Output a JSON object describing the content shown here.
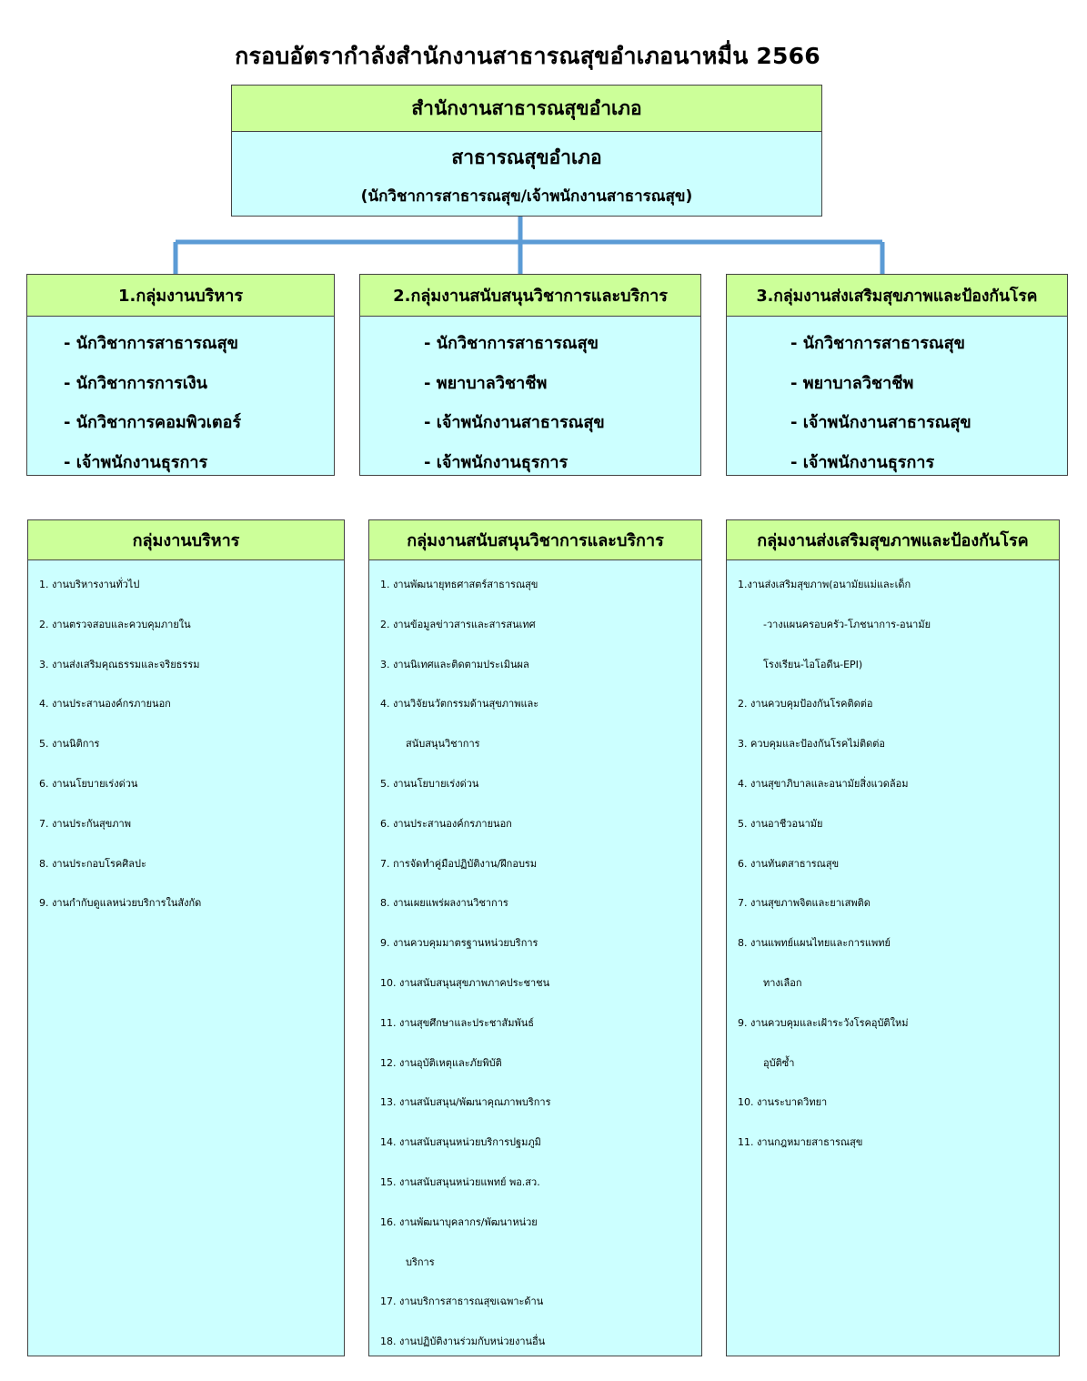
{
  "title": "กรอบอัตรากำลังสำนักงานสาธารณสุขอำเภอนาหมื่น 2566",
  "top_box": {
    "header": "สำนักงานสาธารณสุขอำเภอ",
    "main": "สาธารณสุขอำเภอ",
    "sub": "(นักวิชาการสาธารณสุข/เจ้าพนักงานสาธารณสุข)"
  },
  "groups": [
    {
      "header": "1.กลุ่มงานบริหาร",
      "items": [
        "- นักวิชาการสาธารณสุข",
        "- นักวิชาการการเงิน",
        "- นักวิชาการคอมพิวเตอร์",
        "- เจ้าพนักงานธุรการ"
      ]
    },
    {
      "header": "2.กลุ่มงานสนับสนุนวิชาการและบริการ",
      "items": [
        "- นักวิชาการสาธารณสุข",
        "- พยาบาลวิชาชีพ",
        "- เจ้าพนักงานสาธารณสุข",
        "- เจ้าพนักงานธุรการ"
      ]
    },
    {
      "header": "3.กลุ่มงานส่งเสริมสุขภาพและป้องกันโรค",
      "items": [
        "- นักวิชาการสาธารณสุข",
        "- พยาบาลวิชาชีพ",
        "- เจ้าพนักงานสาธารณสุข",
        "- เจ้าพนักงานธุรการ"
      ]
    }
  ],
  "duties": [
    {
      "header": "กลุ่มงานบริหาร",
      "items": [
        [
          "1. งานบริหารงานทั่วไป"
        ],
        [
          "2. งานตรวจสอบและควบคุมภายใน"
        ],
        [
          "3. งานส่งเสริมคุณธรรมและจริยธรรม"
        ],
        [
          "4. งานประสานองค์กรภายนอก"
        ],
        [
          "5. งานนิติการ"
        ],
        [
          "6. งานนโยบายเร่งด่วน"
        ],
        [
          "7. งานประกันสุขภาพ"
        ],
        [
          "8. งานประกอบโรคศิลปะ"
        ],
        [
          "9. งานกำกับดูแลหน่วยบริการในสังกัด"
        ]
      ]
    },
    {
      "header": "กลุ่มงานสนับสนุนวิชาการและบริการ",
      "items": [
        [
          "1. งานพัฒนายุทธศาสตร์สาธารณสุข"
        ],
        [
          "2. งานข้อมูลข่าวสารและสารสนเทศ"
        ],
        [
          "3. งานนิเทศและติดตามประเมินผล"
        ],
        [
          "4. งานวิจัยนวัตกรรมด้านสุขภาพและ",
          "สนับสนุนวิชาการ"
        ],
        [
          "5. งานนโยบายเร่งด่วน"
        ],
        [
          "6. งานประสานองค์กรภายนอก"
        ],
        [
          "7. การจัดทำคู่มือปฏิบัติงาน/ฝึกอบรม"
        ],
        [
          "8. งานเผยแพร่ผลงานวิชาการ"
        ],
        [
          "9. งานควบคุมมาตรฐานหน่วยบริการ"
        ],
        [
          "10. งานสนับสนุนสุขภาพภาคประชาชน"
        ],
        [
          "11. งานสุขศึกษาและประชาสัมพันธ์"
        ],
        [
          "12. งานอุบัติเหตุและภัยพิบัติ"
        ],
        [
          "13. งานสนับสนุน/พัฒนาคุณภาพบริการ"
        ],
        [
          "14. งานสนับสนุนหน่วยบริการปฐมภูมิ"
        ],
        [
          "15. งานสนับสนุนหน่วยแพทย์ พอ.สว."
        ],
        [
          "16. งานพัฒนาบุคลากร/พัฒนาหน่วย",
          "บริการ"
        ],
        [
          "17. งานบริการสาธารณสุขเฉพาะด้าน"
        ],
        [
          "18. งานปฏิบัติงานร่วมกับหน่วยงานอื่น"
        ]
      ]
    },
    {
      "header": "กลุ่มงานส่งเสริมสุขภาพและป้องกันโรค",
      "items": [
        [
          "1.งานส่งเสริมสุขภาพ(อนามัยแม่และเด็ก",
          "-วางแผนครอบครัว-โภชนาการ-อนามัย",
          "โรงเรียน-ไอโอดีน-EPI)"
        ],
        [
          "2. งานควบคุมป้องกันโรคติดต่อ"
        ],
        [
          "3. ควบคุมและป้องกันโรคไม่ติดต่อ"
        ],
        [
          "4. งานสุขาภิบาลและอนามัยสิ่งแวดล้อม"
        ],
        [
          "5. งานอาชีวอนามัย"
        ],
        [
          "6. งานทันตสาธารณสุข"
        ],
        [
          "7. งานสุขภาพจิตและยาเสพติด"
        ],
        [
          "8. งานแพทย์แผนไทยและการแพทย์",
          "ทางเลือก"
        ],
        [
          "9. งานควบคุมและเฝ้าระวังโรคอุบัติใหม่",
          "อุบัติซ้ำ"
        ],
        [
          "10. งานระบาดวิทยา"
        ],
        [
          "11. งานกฎหมายสาธารณสุข"
        ]
      ]
    }
  ],
  "colors": {
    "header_green": "#ccff99",
    "body_cyan": "#ccffff",
    "connector_blue": "#5b9bd5"
  }
}
